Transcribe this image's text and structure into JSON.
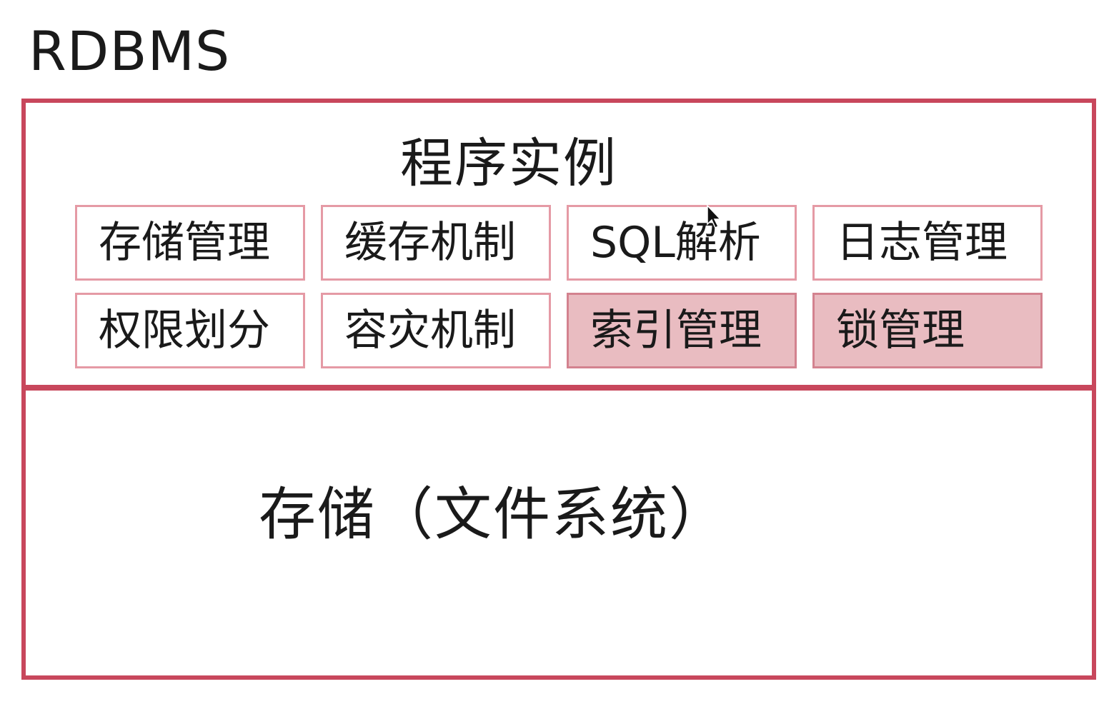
{
  "title": "RDBMS",
  "instance": {
    "label": "程序实例",
    "modules": [
      {
        "label": "存储管理",
        "highlighted": false
      },
      {
        "label": "缓存机制",
        "highlighted": false
      },
      {
        "label": "SQL解析",
        "highlighted": false
      },
      {
        "label": "日志管理",
        "highlighted": false
      },
      {
        "label": "权限划分",
        "highlighted": false
      },
      {
        "label": "容灾机制",
        "highlighted": false
      },
      {
        "label": "索引管理",
        "highlighted": true
      },
      {
        "label": "锁管理",
        "highlighted": true
      }
    ]
  },
  "storage": {
    "label": "存储（文件系统）"
  },
  "colors": {
    "border": "#c8475c",
    "module_border": "#e59aa5",
    "highlight_fill": "#e9bcc1"
  }
}
